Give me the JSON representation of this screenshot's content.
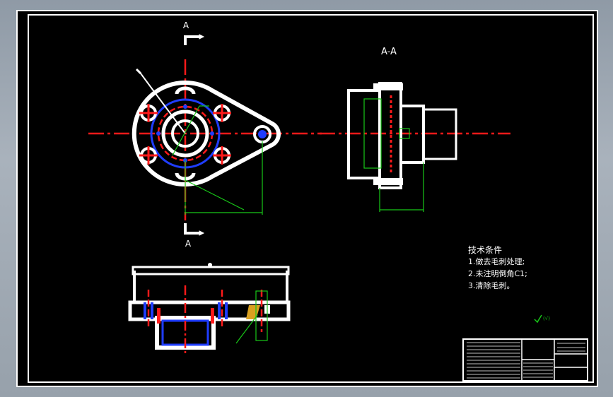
{
  "section_marks": {
    "top": "A",
    "bottom": "A"
  },
  "section_title": "A-A",
  "technical_notes": {
    "title": "技术条件",
    "items": [
      "1.做去毛刺处理;",
      "2.未注明倒角C1;",
      "3.清除毛刺。"
    ]
  },
  "colors": {
    "background": "#000000",
    "outline": "#ffffff",
    "centerline": "#ff1a1a",
    "hidden": "#1f3dff",
    "dimension": "#18c818"
  }
}
